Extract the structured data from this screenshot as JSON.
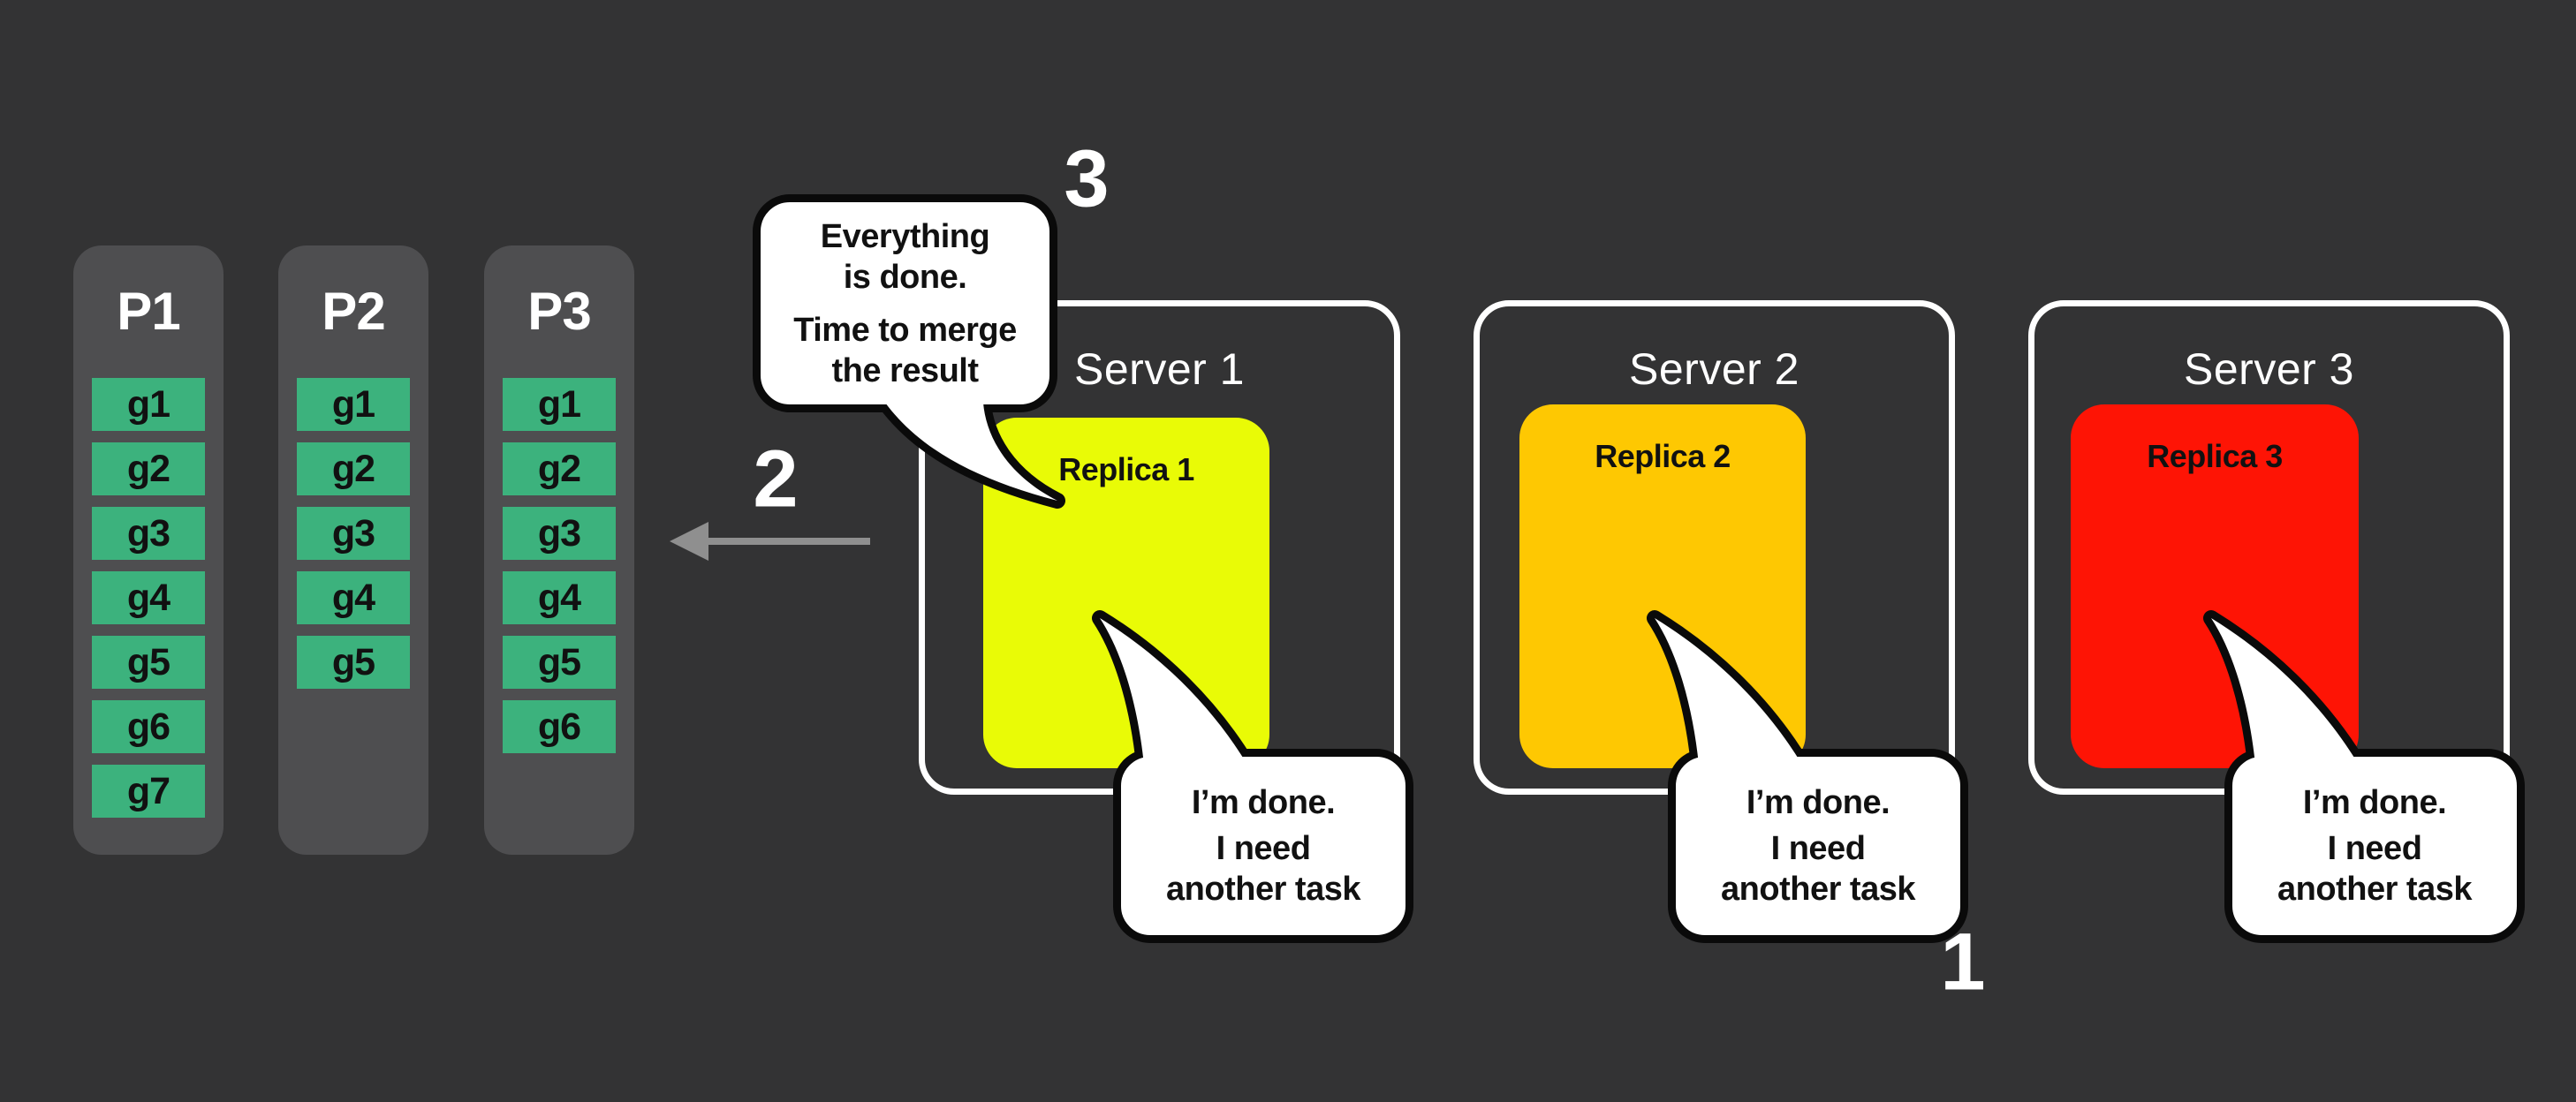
{
  "colors": {
    "background": "#333334",
    "panel_gray": "#4e4e50",
    "task_green": "#3cb27d",
    "arrow_gray": "#8f8f8f",
    "bubble_white": "#ffffff",
    "outline_black": "#0a0a0a",
    "label_white": "#ffffff",
    "text_black": "#111111"
  },
  "partitions": [
    {
      "label": "P1",
      "tasks": [
        "g1",
        "g2",
        "g3",
        "g4",
        "g5",
        "g6",
        "g7"
      ]
    },
    {
      "label": "P2",
      "tasks": [
        "g1",
        "g2",
        "g3",
        "g4",
        "g5"
      ]
    },
    {
      "label": "P3",
      "tasks": [
        "g1",
        "g2",
        "g3",
        "g4",
        "g5",
        "g6"
      ]
    }
  ],
  "servers": [
    {
      "label": "Server 1",
      "replica_label": "Replica 1",
      "replica_color": "#e9fb06"
    },
    {
      "label": "Server 2",
      "replica_label": "Replica 2",
      "replica_color": "#fec802"
    },
    {
      "label": "Server 3",
      "replica_label": "Replica 3",
      "replica_color": "#fe1405"
    }
  ],
  "speech": {
    "merge_bubble": {
      "lines": [
        "Everything",
        "is done.",
        "Time to merge",
        "the result"
      ]
    },
    "done_bubble": {
      "lines": [
        "I’m done.",
        "I need",
        "another task"
      ]
    }
  },
  "steps": {
    "one": "1",
    "two": "2",
    "three": "3"
  }
}
